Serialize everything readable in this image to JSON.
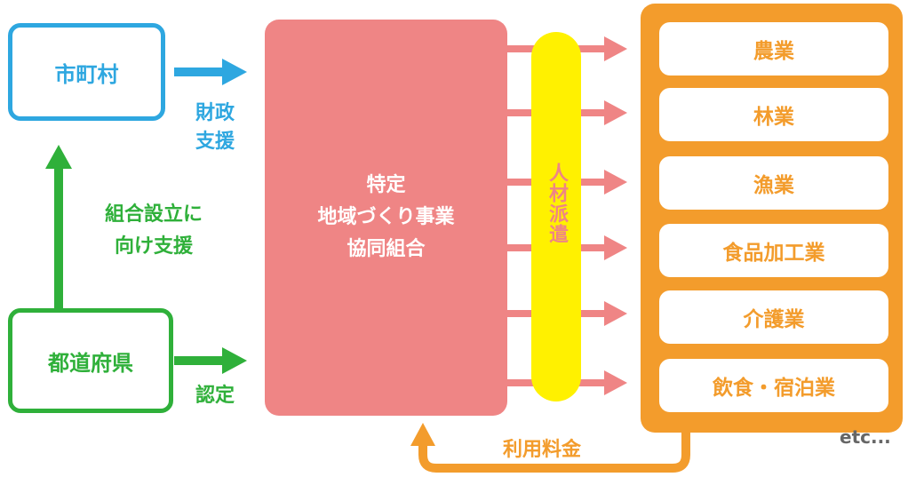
{
  "municipality": {
    "label": "市町村"
  },
  "prefecture": {
    "label": "都道府県"
  },
  "financial_support": {
    "line1": "財政",
    "line2": "支援"
  },
  "setup_support": {
    "line1": "組合設立に",
    "line2": "向け支援"
  },
  "certification": {
    "label": "認定"
  },
  "union": {
    "line1": "特定",
    "line2": "地域づくり事業",
    "line3": "協同組合"
  },
  "dispatch": {
    "label": "人材派遣"
  },
  "industries": [
    {
      "label": "農業"
    },
    {
      "label": "林業"
    },
    {
      "label": "漁業"
    },
    {
      "label": "食品加工業"
    },
    {
      "label": "介護業"
    },
    {
      "label": "飲食・宿泊業"
    }
  ],
  "usage_fee": {
    "label": "利用料金"
  },
  "etc": {
    "label": "etc..."
  },
  "colors": {
    "blue": "#2ea7e0",
    "green": "#2fb03a",
    "pink": "#ef8585",
    "yellow": "#fff100",
    "orange": "#f39c2c"
  }
}
